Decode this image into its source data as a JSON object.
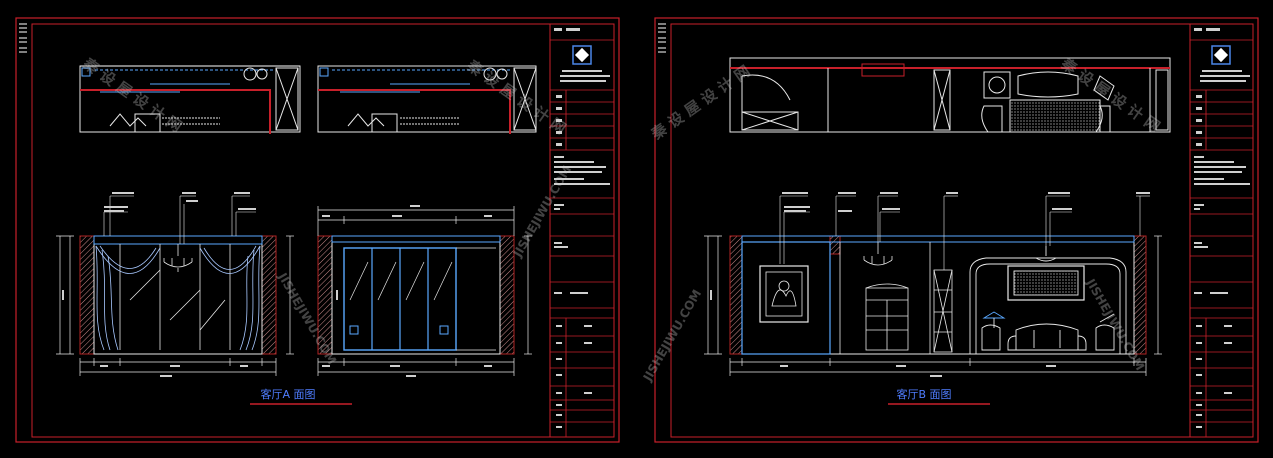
{
  "sheets": [
    {
      "drawing_title": "客厅A 面图"
    },
    {
      "drawing_title": "客厅B 面图"
    }
  ],
  "watermark": {
    "brand": "秦 设 屋 设 计 网",
    "url": "JISHEJIWU.COM"
  },
  "colors": {
    "background": "#000000",
    "frame": "#c8202a",
    "line": "#e8e8e8",
    "accent": "#5aa8ff",
    "title": "#4f7dff",
    "wall": "#b02424"
  }
}
